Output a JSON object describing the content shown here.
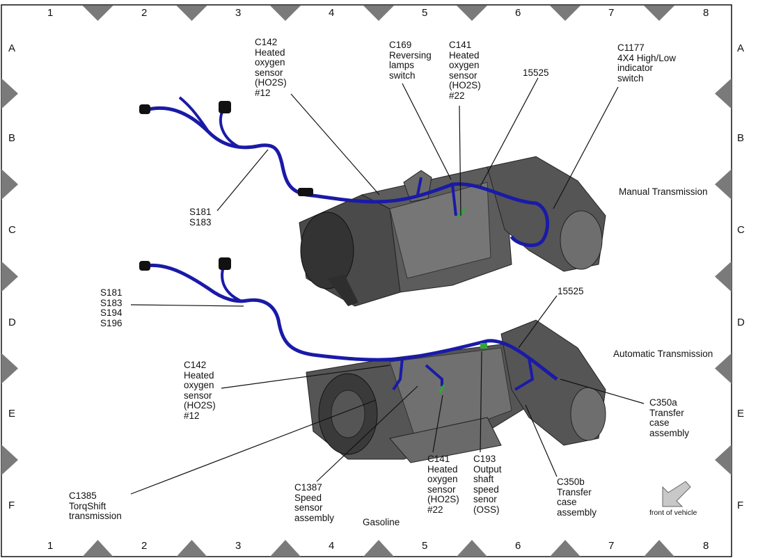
{
  "grid": {
    "columns": [
      "1",
      "2",
      "3",
      "4",
      "5",
      "6",
      "7",
      "8"
    ],
    "rows": [
      "A",
      "B",
      "C",
      "D",
      "E",
      "F"
    ],
    "marker_color": "#7a7a7a"
  },
  "titles": {
    "manual": "Manual Transmission",
    "automatic": "Automatic Transmission",
    "fuel": "Gasoline",
    "front": "front of vehicle"
  },
  "colors": {
    "harness": "#1a1aa8",
    "component": "#3a3a3a",
    "connector_green": "#2fa83a",
    "arrow_fill": "#c8c8c8"
  },
  "manual_labels": [
    {
      "id": "c142-top",
      "lines": [
        "C142",
        "Heated",
        "oxygen",
        "sensor",
        "(HO2S)",
        "#12"
      ]
    },
    {
      "id": "c169",
      "lines": [
        "C169",
        "Reversing",
        "lamps",
        "switch"
      ]
    },
    {
      "id": "c141-top",
      "lines": [
        "C141",
        "Heated",
        "oxygen",
        "sensor",
        "(HO2S)",
        "#22"
      ]
    },
    {
      "id": "15525-top",
      "lines": [
        "15525"
      ]
    },
    {
      "id": "c1177",
      "lines": [
        "C1177",
        "4X4 High/Low",
        "indicator",
        "switch"
      ]
    },
    {
      "id": "s181-top",
      "lines": [
        "S181",
        "S183"
      ]
    }
  ],
  "auto_labels": [
    {
      "id": "s181-bottom",
      "lines": [
        "S181",
        "S183",
        "S194",
        "S196"
      ]
    },
    {
      "id": "15525-bottom",
      "lines": [
        "15525"
      ]
    },
    {
      "id": "c142-bottom",
      "lines": [
        "C142",
        "Heated",
        "oxygen",
        "sensor",
        "(HO2S)",
        "#12"
      ]
    },
    {
      "id": "c350a",
      "lines": [
        "C350a",
        "Transfer",
        "case",
        "assembly"
      ]
    },
    {
      "id": "c1385",
      "lines": [
        "C1385",
        "TorqShift",
        "transmission"
      ]
    },
    {
      "id": "c1387",
      "lines": [
        "C1387",
        "Speed",
        "sensor",
        "assembly"
      ]
    },
    {
      "id": "c141-bottom",
      "lines": [
        "C141",
        "Heated",
        "oxygen",
        "sensor",
        "(HO2S)",
        "#22"
      ]
    },
    {
      "id": "c193",
      "lines": [
        "C193",
        "Output",
        "shaft",
        "speed",
        "senor",
        "(OSS)"
      ]
    },
    {
      "id": "c350b",
      "lines": [
        "C350b",
        "Transfer",
        "case",
        "assembly"
      ]
    }
  ]
}
